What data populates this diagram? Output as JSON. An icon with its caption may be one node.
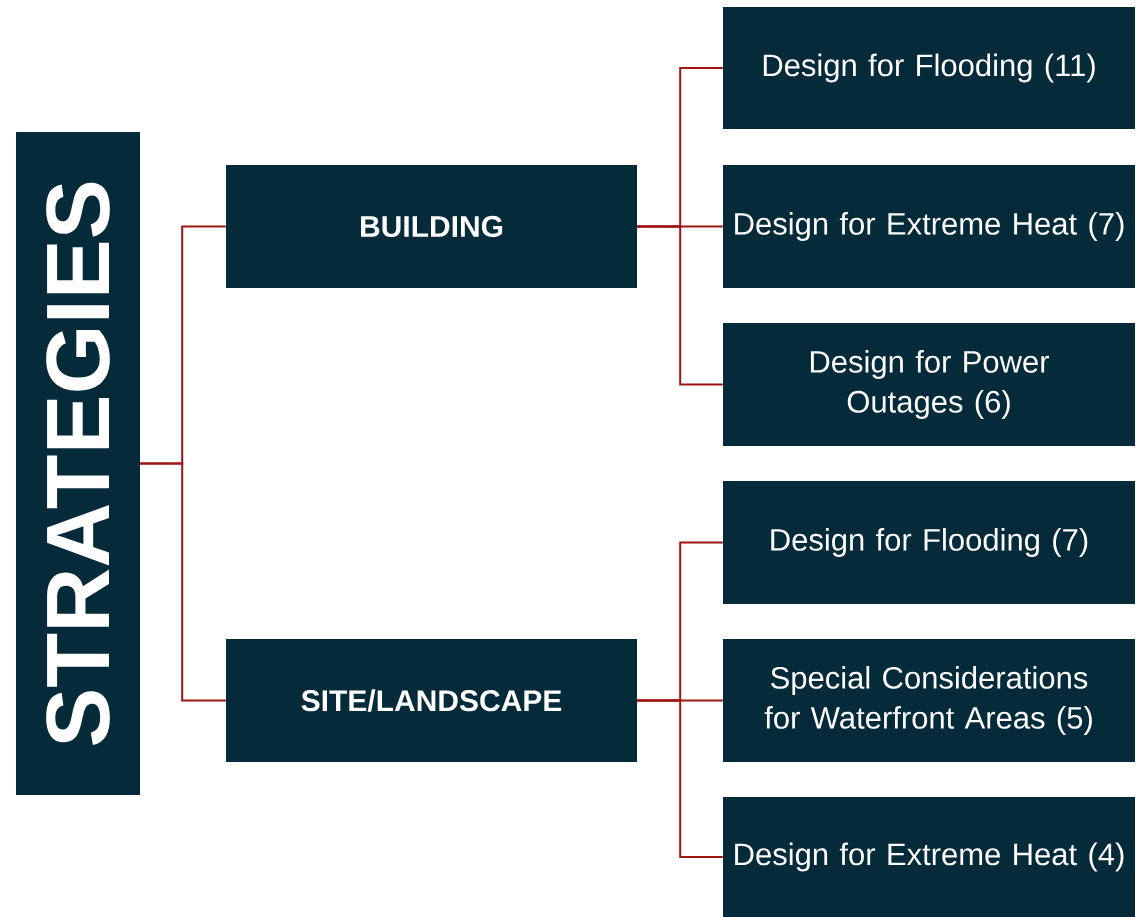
{
  "diagram": {
    "nodes": [
      {
        "text": [
          "STRATEGIES"
        ]
      },
      {
        "text": [
          "BUILDING"
        ]
      },
      {
        "text": [
          "SITE/LANDSCAPE"
        ]
      },
      {
        "text": [
          "Design for Flooding (11)"
        ]
      },
      {
        "text": [
          "Design for Extreme Heat (7)"
        ]
      },
      {
        "text": [
          "Design for Power Outages (6)"
        ]
      },
      {
        "text": [
          "Design for Flooding (7)"
        ]
      },
      {
        "text": [
          "Special Considerations for Waterfront Areas (5)"
        ]
      },
      {
        "text": [
          "Design for Extreme Heat (4)"
        ]
      }
    ],
    "edges": [
      {
        "from": 0,
        "to": 1,
        "arrow": "none"
      },
      {
        "from": 0,
        "to": 2,
        "arrow": "none"
      },
      {
        "from": 1,
        "to": 3,
        "arrow": "none"
      },
      {
        "from": 1,
        "to": 4,
        "arrow": "none"
      },
      {
        "from": 1,
        "to": 5,
        "arrow": "none"
      },
      {
        "from": 2,
        "to": 6,
        "arrow": "none"
      },
      {
        "from": 2,
        "to": 7,
        "arrow": "none"
      },
      {
        "from": 2,
        "to": 8,
        "arrow": "none"
      }
    ]
  }
}
